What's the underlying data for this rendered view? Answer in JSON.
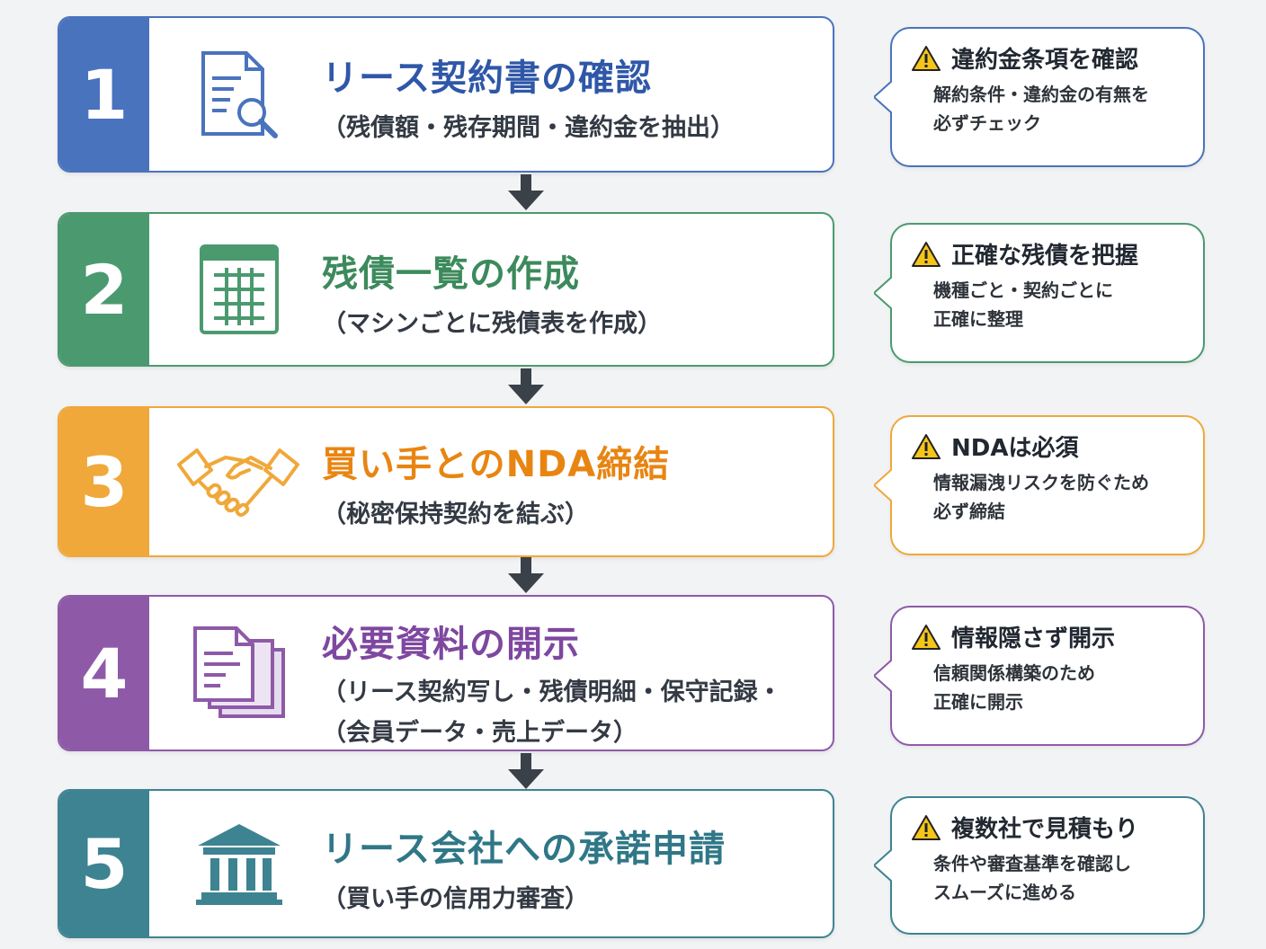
{
  "colors": {
    "step1": "#4a73bd",
    "step2": "#4b9a6f",
    "step3": "#f0a83a",
    "step4": "#8e5aa8",
    "step5": "#3e8391",
    "arrow": "#3b4148",
    "warning": "#f5c518"
  },
  "steps": [
    {
      "number": "1",
      "icon": "document-search-icon",
      "title": "リース契約書の確認",
      "subtitle": "（残債額・残存期間・違約金を抽出）",
      "subtitle2": "",
      "note": {
        "heading": "違約金条項を確認",
        "line1": "解約条件・違約金の有無を",
        "line2": "必ずチェック"
      }
    },
    {
      "number": "2",
      "icon": "spreadsheet-icon",
      "title": "残債一覧の作成",
      "subtitle": "（マシンごとに残債表を作成）",
      "subtitle2": "",
      "note": {
        "heading": "正確な残債を把握",
        "line1": "機種ごと・契約ごとに",
        "line2": "正確に整理"
      }
    },
    {
      "number": "3",
      "icon": "handshake-icon",
      "title": "買い手とのNDA締結",
      "subtitle": "（秘密保持契約を結ぶ）",
      "subtitle2": "",
      "note": {
        "heading": "NDAは必須",
        "line1": "情報漏洩リスクを防ぐため",
        "line2": "必ず締結"
      }
    },
    {
      "number": "4",
      "icon": "documents-stack-icon",
      "title": "必要資料の開示",
      "subtitle": "（リース契約写し・残債明細・保守記録・",
      "subtitle2": "（会員データ・売上データ）",
      "note": {
        "heading": "情報隠さず開示",
        "line1": "信頼関係構築のため",
        "line2": "正確に開示"
      }
    },
    {
      "number": "5",
      "icon": "bank-building-icon",
      "title": "リース会社への承諾申請",
      "subtitle": "（買い手の信用力審査）",
      "subtitle2": "",
      "note": {
        "heading": "複数社で見積もり",
        "line1": "条件や審査基準を確認し",
        "line2": "スムーズに進める"
      }
    }
  ]
}
